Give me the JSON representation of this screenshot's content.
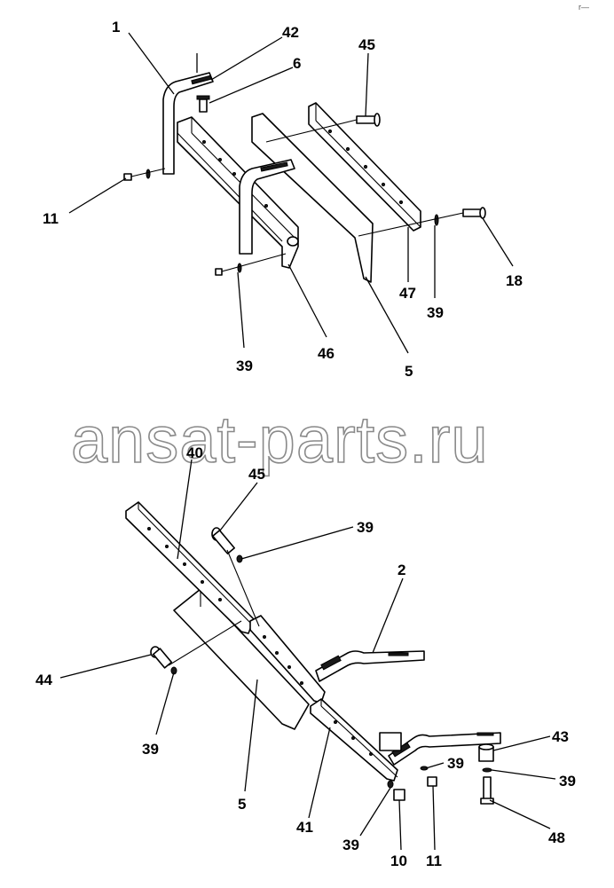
{
  "watermark": "ansat-parts.ru",
  "corner_mark": "r—",
  "callouts": {
    "top": {
      "p1": "1",
      "p42": "42",
      "p6": "6",
      "p45": "45",
      "p11": "11",
      "p18": "18",
      "p47": "47",
      "p39a": "39",
      "p39b": "39",
      "p46": "46",
      "p5": "5"
    },
    "bottom": {
      "p40": "40",
      "p45": "45",
      "p39a": "39",
      "p2": "2",
      "p44": "44",
      "p39b": "39",
      "p5": "5",
      "p41": "41",
      "p43": "43",
      "p39c": "39",
      "p39d": "39",
      "p48": "48",
      "p39e": "39",
      "p10": "10",
      "p11": "11"
    }
  }
}
